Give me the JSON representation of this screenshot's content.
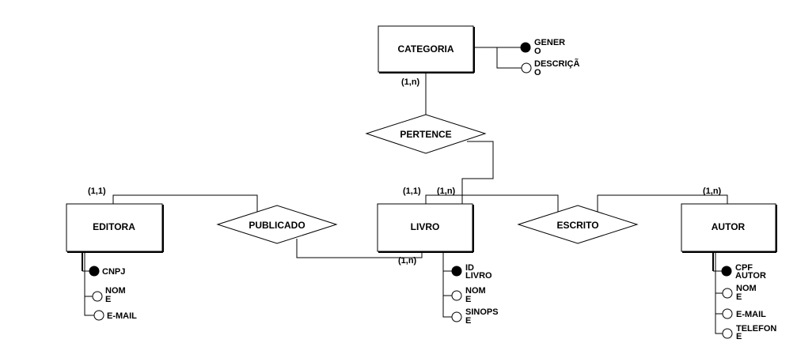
{
  "entities": {
    "categoria": "CATEGORIA",
    "livro": "LIVRO",
    "editora": "EDITORA",
    "autor": "AUTOR"
  },
  "relationships": {
    "pertence": "PERTENCE",
    "publicado": "PUBLICADO",
    "escrito": "ESCRITO"
  },
  "attributes": {
    "categoria": [
      {
        "text": [
          "GENER",
          "O"
        ],
        "key": true
      },
      {
        "text": [
          "DESCRIÇÃ",
          "O"
        ],
        "key": false
      }
    ],
    "livro": [
      {
        "text": [
          "ID",
          "LIVRO"
        ],
        "key": true
      },
      {
        "text": [
          "NOM",
          "E"
        ],
        "key": false
      },
      {
        "text": [
          "SINOPS",
          "E"
        ],
        "key": false
      }
    ],
    "editora": [
      {
        "text": [
          "CNPJ"
        ],
        "key": true
      },
      {
        "text": [
          "NOM",
          "E"
        ],
        "key": false
      },
      {
        "text": [
          "E-MAIL"
        ],
        "key": false
      }
    ],
    "autor": [
      {
        "text": [
          "CPF",
          "AUTOR"
        ],
        "key": true
      },
      {
        "text": [
          "NOM",
          "E"
        ],
        "key": false
      },
      {
        "text": [
          "E-MAIL"
        ],
        "key": false
      },
      {
        "text": [
          "TELEFON",
          "E"
        ],
        "key": false
      }
    ]
  },
  "cardinalities": {
    "categoria_pertence": "(1,n)",
    "livro_pertence": "(1,n)",
    "editora_publicado": "(1,1)",
    "livro_publicado_top": "(1,1)",
    "livro_publicado_bottom": "(1,n)",
    "autor_escrito": "(1,n)"
  }
}
